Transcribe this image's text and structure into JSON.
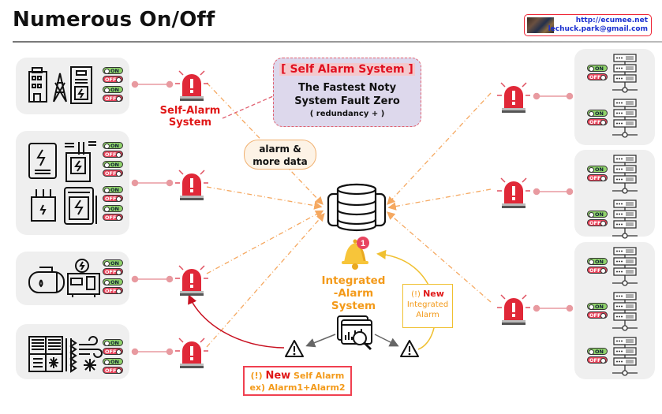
{
  "header": {
    "title": "Numerous On/Off",
    "contact": {
      "url": "http://ecumee.net",
      "email": "lechuck.park@gmail.com"
    }
  },
  "self_alarm_box": {
    "title": "[ Self Alarm System ]",
    "line1": "The Fastest Noty",
    "line2": "System Fault Zero",
    "line3": "( redundancy + )"
  },
  "self_alarm_label": [
    "Self-Alarm",
    "System"
  ],
  "alarm_data_pill": [
    "alarm &",
    "more data"
  ],
  "integrated_alarm": {
    "label": [
      "Integrated",
      "-Alarm",
      "System"
    ],
    "badge_count": "1"
  },
  "new_integrated_alarm": {
    "prefix": "(!) ",
    "highlight": "New",
    "line2": "Integrated",
    "line3": "Alarm"
  },
  "new_self_alarm": {
    "prefix": "(!) ",
    "highlight": "New",
    "rest": " Self Alarm",
    "line2": "ex) Alarm1+Alarm2"
  },
  "switch_labels": {
    "on": "ON",
    "off": "OFF"
  },
  "left_groups": [
    {
      "name": "building-substation",
      "icons": [
        "building-icon",
        "power-tower-icon",
        "electric-panel-icon"
      ],
      "switch_pairs": 2
    },
    {
      "name": "electrical-equipment",
      "icons": [
        "electric-box-icon",
        "distribution-board-icon",
        "transformer-icon",
        "power-cabinet-icon"
      ],
      "switch_pairs": 4
    },
    {
      "name": "fuel-generator",
      "icons": [
        "fuel-tank-icon",
        "generator-icon"
      ],
      "switch_pairs": 2
    },
    {
      "name": "hvac",
      "icons": [
        "air-conditioner-icon",
        "wind-icon",
        "snowflake-icon"
      ],
      "switch_pairs": 2
    }
  ],
  "right_groups": [
    {
      "name": "server-group-1",
      "racks": 2
    },
    {
      "name": "server-group-2",
      "racks": 2
    },
    {
      "name": "server-group-3",
      "racks": 3
    }
  ],
  "colors": {
    "alarm_red": "#e02838",
    "accent_orange": "#f39a1a",
    "connector_pink": "#e89aa0",
    "dash_orange": "#f5a860",
    "panel_gray": "#efefef",
    "box_lavender": "#ddd8ec",
    "bell_yellow": "#f7c53a",
    "switch_on": "#8fd26a",
    "switch_off": "#e8435a"
  }
}
